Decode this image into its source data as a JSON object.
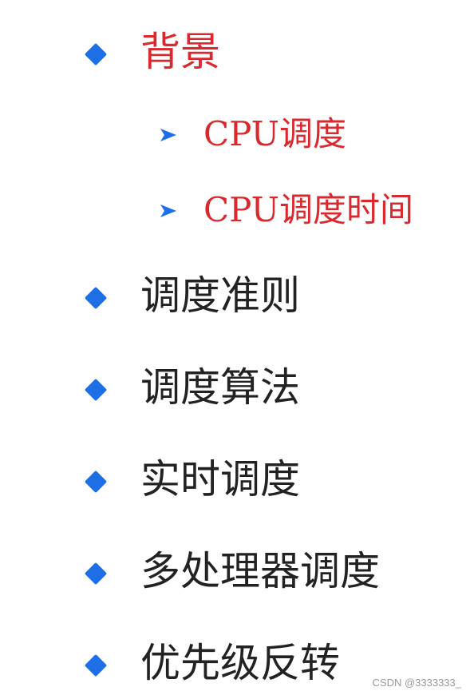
{
  "outline": {
    "background": {
      "label": "背景",
      "children": [
        "CPU调度",
        "CPU调度时间"
      ]
    },
    "criteria": "调度准则",
    "algorithms": "调度算法",
    "realtime": "实时调度",
    "multiprocessor": "多处理器调度",
    "priority_inversion": "优先级反转"
  },
  "watermark": "CSDN @3333333_",
  "colors": {
    "bullet": "#1e6fe6",
    "highlight_text": "#d9292e",
    "normal_text": "#222222"
  }
}
